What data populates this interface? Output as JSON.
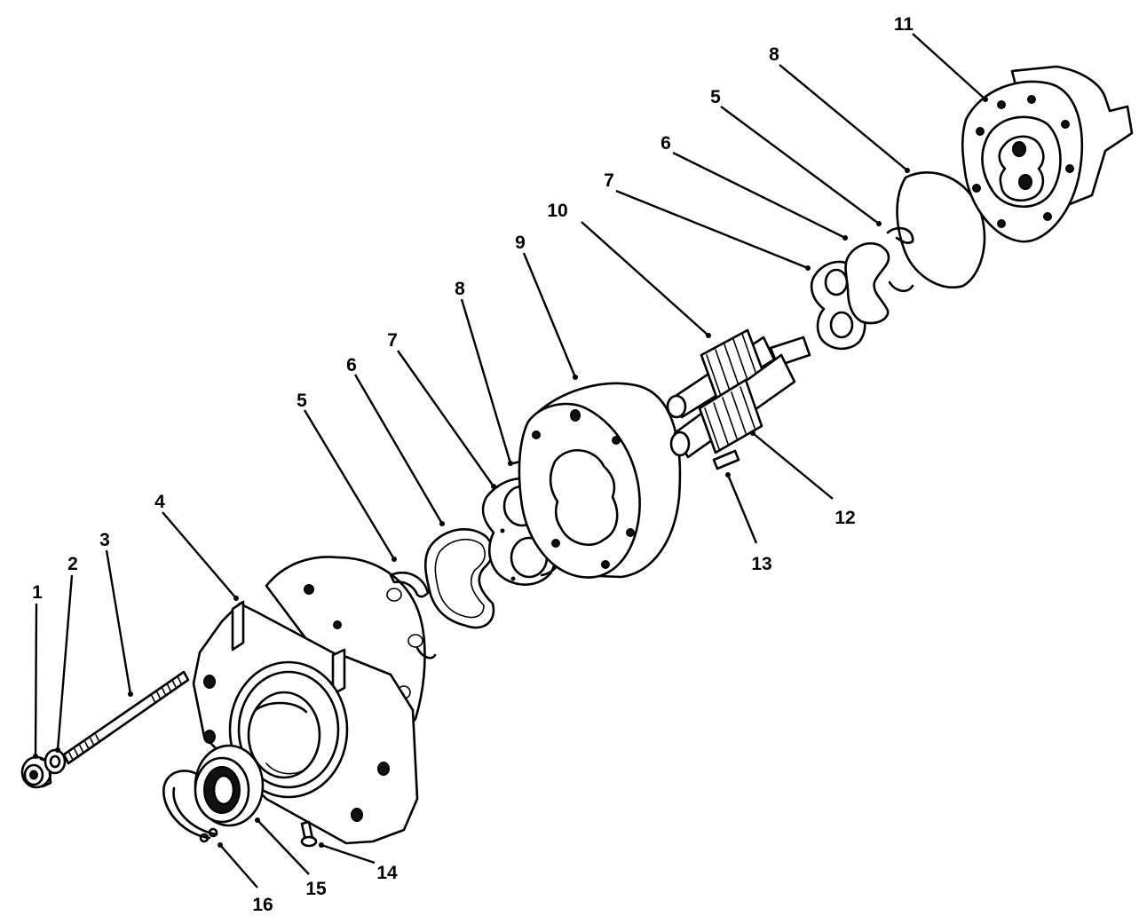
{
  "callouts": {
    "c1": "1",
    "c2": "2",
    "c3": "3",
    "c4": "4",
    "c5a": "5",
    "c6a": "6",
    "c7a": "7",
    "c8a": "8",
    "c9": "9",
    "c10": "10",
    "c11": "11",
    "c5b": "5",
    "c6b": "6",
    "c7b": "7",
    "c8b": "8",
    "c12": "12",
    "c13": "13",
    "c14": "14",
    "c15": "15",
    "c16": "16"
  }
}
